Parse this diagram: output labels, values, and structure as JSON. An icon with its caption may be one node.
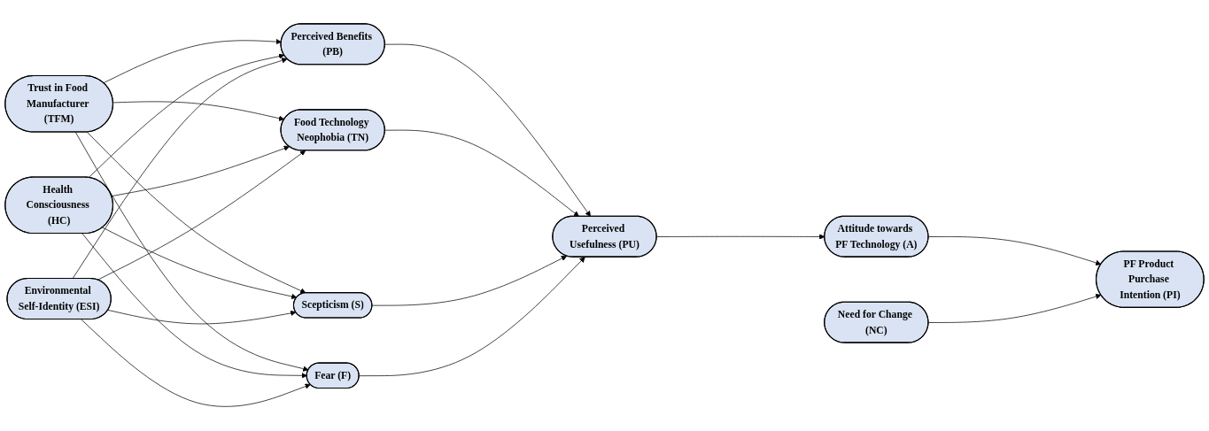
{
  "diagram": {
    "nodes": [
      {
        "text": [
          "Trust in Food Manufacturer (TFM)"
        ]
      },
      {
        "text": [
          "Health Consciousness (HC)"
        ]
      },
      {
        "text": [
          "Environmental Self-Identity (ESI)"
        ]
      },
      {
        "text": [
          "Perceived Benefits (PB)"
        ]
      },
      {
        "text": [
          "Food Technology Neophobia (TN)"
        ]
      },
      {
        "text": [
          "Scepticism (S)"
        ]
      },
      {
        "text": [
          "Fear (F)"
        ]
      },
      {
        "text": [
          "Perceived Usefulness (PU)"
        ]
      },
      {
        "text": [
          "Attitude towards PF Technology (A)"
        ]
      },
      {
        "text": [
          "PF Product Purchase Intention (PI)"
        ]
      },
      {
        "text": [
          "Need for Change (NC)"
        ]
      }
    ],
    "edges": [
      {
        "from": 0,
        "to": 3,
        "arrow": "to"
      },
      {
        "from": 0,
        "to": 4,
        "arrow": "to"
      },
      {
        "from": 0,
        "to": 5,
        "arrow": "to"
      },
      {
        "from": 0,
        "to": 6,
        "arrow": "to"
      },
      {
        "from": 1,
        "to": 3,
        "arrow": "to"
      },
      {
        "from": 1,
        "to": 4,
        "arrow": "to"
      },
      {
        "from": 1,
        "to": 5,
        "arrow": "to"
      },
      {
        "from": 1,
        "to": 6,
        "arrow": "to"
      },
      {
        "from": 2,
        "to": 3,
        "arrow": "to"
      },
      {
        "from": 2,
        "to": 4,
        "arrow": "to"
      },
      {
        "from": 2,
        "to": 5,
        "arrow": "to"
      },
      {
        "from": 2,
        "to": 6,
        "arrow": "to"
      },
      {
        "from": 3,
        "to": 7,
        "arrow": "to"
      },
      {
        "from": 4,
        "to": 7,
        "arrow": "to"
      },
      {
        "from": 5,
        "to": 7,
        "arrow": "to"
      },
      {
        "from": 6,
        "to": 7,
        "arrow": "to"
      },
      {
        "from": 7,
        "to": 8,
        "arrow": "to"
      },
      {
        "from": 8,
        "to": 9,
        "arrow": "to"
      },
      {
        "from": 10,
        "to": 9,
        "arrow": "to"
      }
    ]
  }
}
